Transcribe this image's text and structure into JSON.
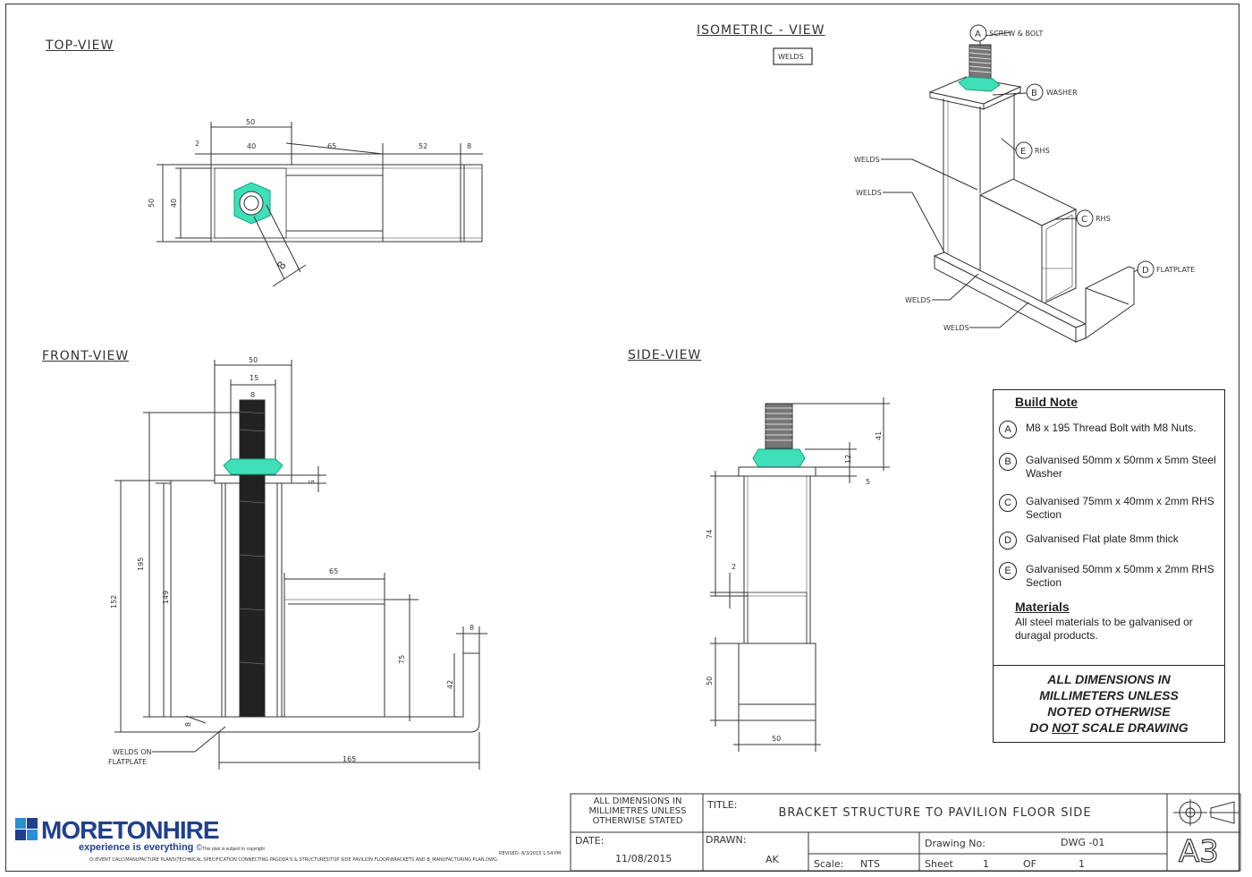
{
  "views": {
    "top": "TOP-VIEW",
    "isometric": "ISOMETRIC - VIEW",
    "front": "FRONT-VIEW",
    "side": "SIDE-VIEW",
    "welds_tag": "WELDS"
  },
  "iso_labels": {
    "a": {
      "letter": "A",
      "text": "SCREW & BOLT"
    },
    "b": {
      "letter": "B",
      "text": "WASHER"
    },
    "e": {
      "letter": "E",
      "text": "RHS"
    },
    "c": {
      "letter": "C",
      "text": "RHS"
    },
    "d": {
      "letter": "D",
      "text": "FLATPLATE"
    },
    "welds": "WELDS"
  },
  "top_dims": {
    "d50": "50",
    "d40": "40",
    "d65": "65",
    "d52": "52",
    "d8": "8",
    "d2": "2",
    "dv50": "50",
    "dv40": "40",
    "ddia": "8"
  },
  "front_dims": {
    "d50": "50",
    "d15": "15",
    "d8": "8",
    "d5": "5",
    "d195": "195",
    "d152": "152",
    "d149": "149",
    "d65": "65",
    "d75": "75",
    "d42": "42",
    "d8r": "8",
    "d8b": "8",
    "d165": "165",
    "welds_on": "WELDS ON",
    "flatplate": "FLATPLATE"
  },
  "side_dims": {
    "d41": "41",
    "d12": "12",
    "d5": "5",
    "d74": "74",
    "d2": "2",
    "d50v": "50",
    "d50h": "50"
  },
  "build_note": {
    "title": "Build Note",
    "items": [
      {
        "letter": "A",
        "text": "M8 x 195 Thread Bolt with M8 Nuts."
      },
      {
        "letter": "B",
        "text": "Galvanised 50mm x 50mm x 5mm Steel Washer"
      },
      {
        "letter": "C",
        "text": "Galvanised 75mm x 40mm x 2mm RHS Section"
      },
      {
        "letter": "D",
        "text": "Galvanised Flat plate 8mm thick"
      },
      {
        "letter": "E",
        "text": "Galvanised 50mm x 50mm x 2mm RHS Section"
      }
    ],
    "materials_title": "Materials",
    "materials_text": "All steel materials to be galvanised or duragal products.",
    "dims_note_line1": "ALL DIMENSIONS IN",
    "dims_note_line2": "MILLIMETERS UNLESS",
    "dims_note_line3": "NOTED OTHERWISE",
    "dims_note_do": "DO ",
    "dims_note_not": "NOT",
    "dims_note_rest": " SCALE DRAWING"
  },
  "title_block": {
    "dims_line1": "ALL DIMENSIONS IN",
    "dims_line2": "MILLIMETRES UNLESS",
    "dims_line3": "OTHERWISE STATED",
    "title_label": "TITLE:",
    "title": "BRACKET STRUCTURE TO PAVILION FLOOR SIDE",
    "date_label": "DATE:",
    "date": "11/08/2015",
    "drawn_label": "DRAWN:",
    "drawn": "AK",
    "drawing_no_label": "Drawing No:",
    "drawing_no": "DWG -01",
    "scale_label": "Scale:",
    "scale": "NTS",
    "sheet_label": "Sheet",
    "sheet_num": "1",
    "of_label": "OF",
    "sheet_total": "1",
    "size": "A3"
  },
  "logo": {
    "name": "MORETONHIRE",
    "tagline": "experience is everything",
    "copyright": "This plan is subject to copyright",
    "path": "O:\\EVENT CALC\\MANUFACTURE PLANS\\TECHNICAL SPECIFICATION CONNECTING PAGODA'S & STRUCTURES\\TOP SIDE PAVILION FLOOR\\BRACKETS AND B_MANUFACTURING PLAN.DWG",
    "revised": "REVISED: 8/3/2015 1:54 PM"
  },
  "colors": {
    "weld": "#3ee0b8",
    "line": "#333333",
    "logo": "#1f3f8f",
    "logo_accent": "#2a8fd6"
  }
}
